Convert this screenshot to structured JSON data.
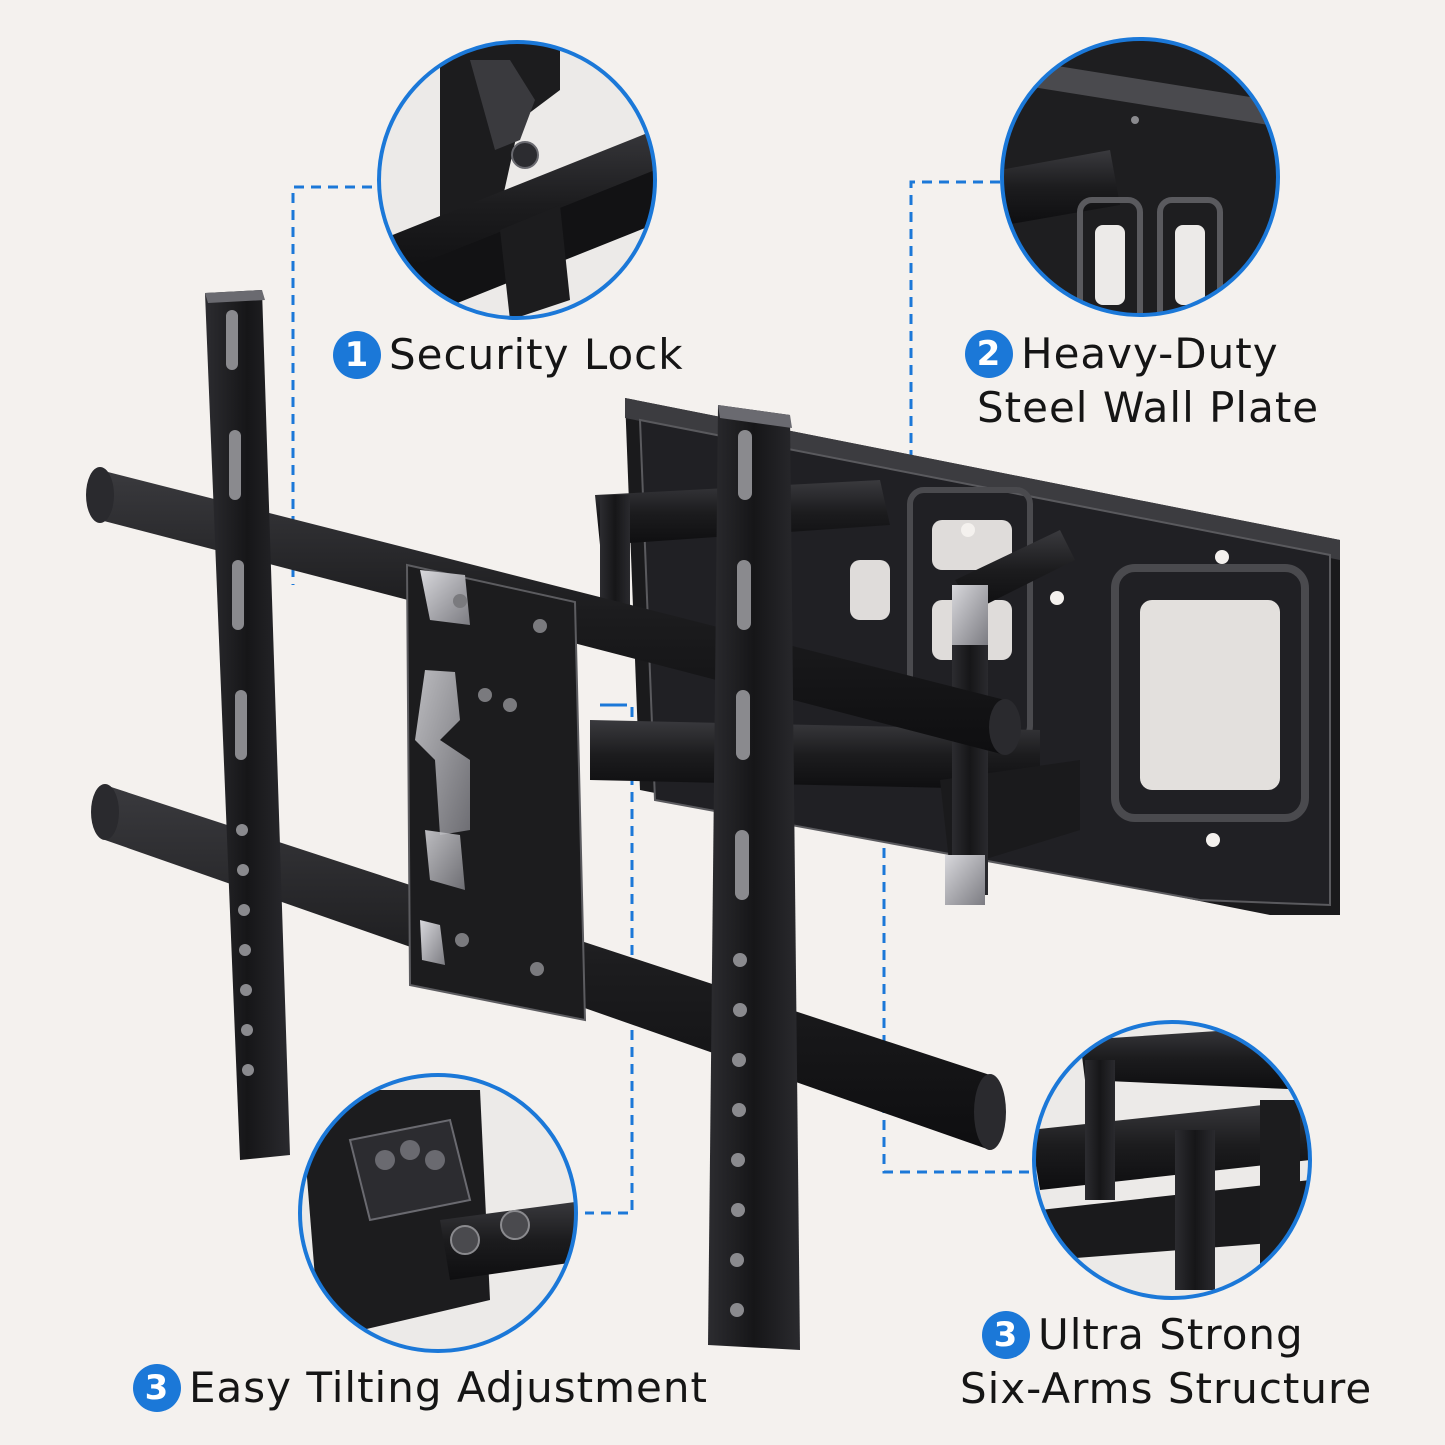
{
  "colors": {
    "background": "#f4f1ee",
    "accent_blue": "#1b78d8",
    "metal_black": "#1c1c1e",
    "metal_edge": "#8a8a8e"
  },
  "features": [
    {
      "number": "1",
      "label": "Security Lock",
      "icon": "security-lock-closeup"
    },
    {
      "number": "2",
      "line1": "Heavy-Duty",
      "line2": "Steel Wall Plate",
      "icon": "wall-plate-closeup"
    },
    {
      "number": "3",
      "label": "Easy Tilting Adjustment",
      "icon": "tilt-joint-closeup"
    },
    {
      "number": "3",
      "line1": "Ultra Strong",
      "line2": "Six-Arms Structure",
      "icon": "arms-closeup"
    }
  ]
}
